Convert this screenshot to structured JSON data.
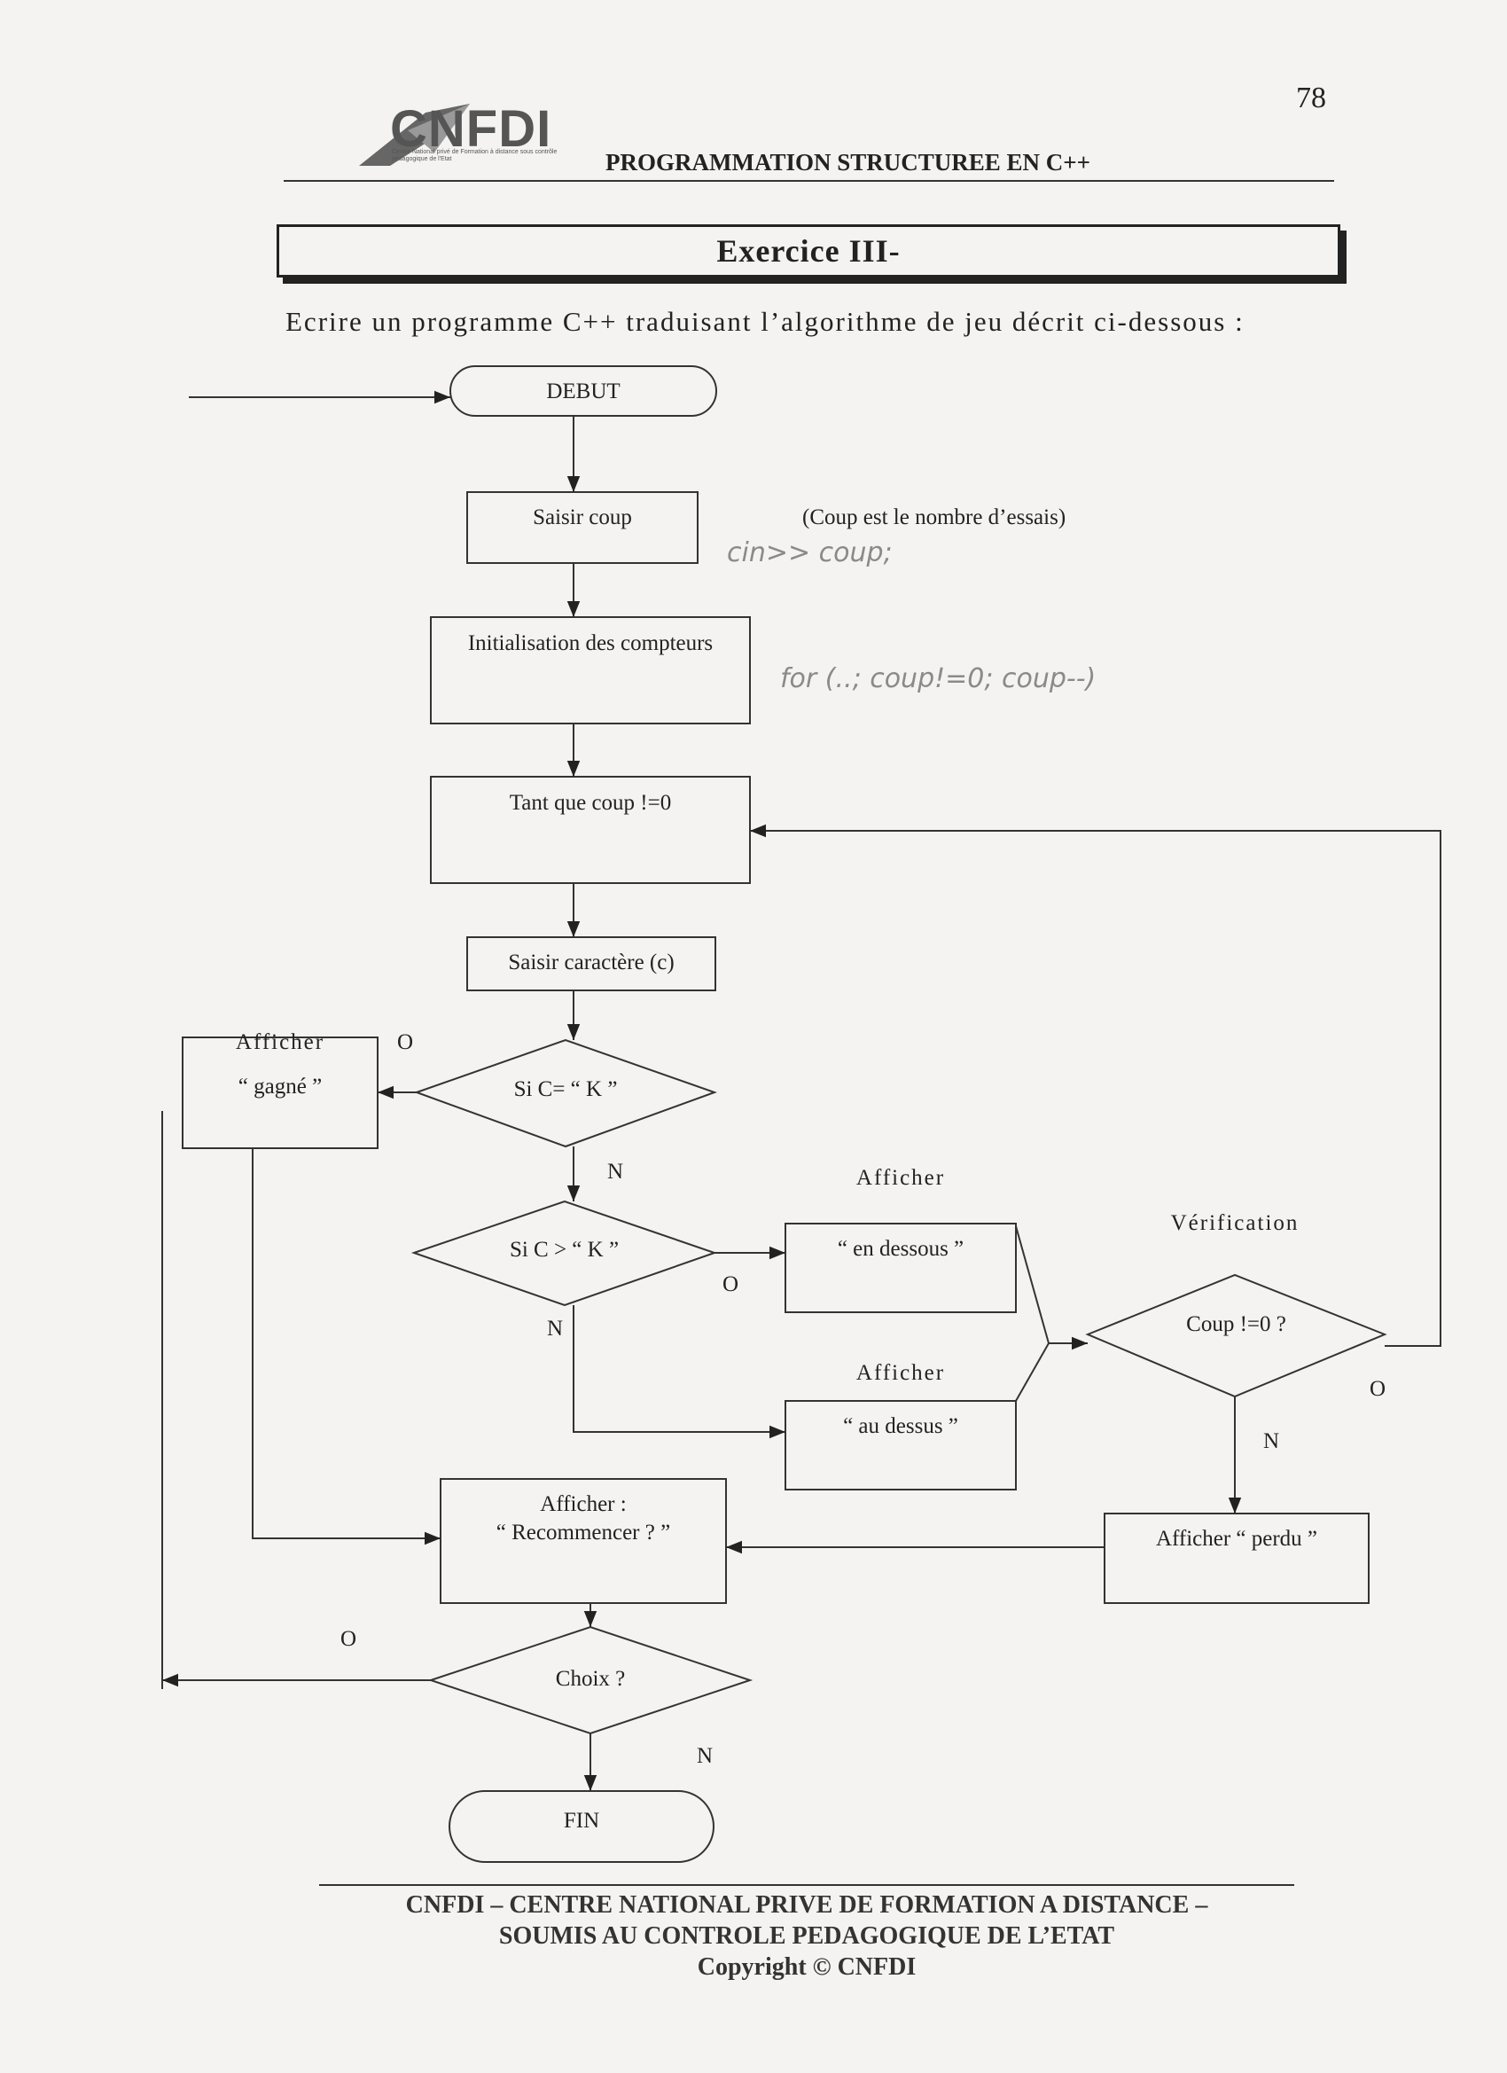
{
  "header": {
    "page_number": "78",
    "logo": {
      "name": "CNFDI",
      "tagline": "Centre National privé de Formation à distance sous contrôle pédagogique de l'Etat",
      "icon": "triangle-arrow-logo-icon"
    },
    "course_title": "PROGRAMMATION STRUCTUREE EN C++"
  },
  "exercise": {
    "title": "Exercice III-",
    "instruction": "Ecrire un programme C++ traduisant l’algorithme de jeu décrit ci-dessous :"
  },
  "flowchart": {
    "start": "DEBUT",
    "input_coup": "Saisir coup",
    "note_coup": "(Coup est le nombre d’essais)",
    "init": "Initialisation des compteurs",
    "loop": "Tant que coup !=0",
    "input_char": "Saisir caractère (c)",
    "cond_equal": "Si C= “ K ”",
    "cond_greater": "Si C > “ K ”",
    "show_label_1": "Afficher",
    "won": "“ gagné ”",
    "show_label_2": "Afficher",
    "below": "“ en dessous ”",
    "show_label_3": "Afficher",
    "above": "“ au dessus ”",
    "verification_label": "Vérification",
    "cond_coup": "Coup !=0 ?",
    "lost": "Afficher “ perdu ”",
    "restart_line1": "Afficher :",
    "restart_line2": "“ Recommencer ? ”",
    "choice": "Choix ?",
    "end": "FIN",
    "yes": "O",
    "no": "N"
  },
  "handwriting": {
    "note1": "cin>> coup;",
    "note2": "for (..; coup!=0; coup--)"
  },
  "footer": {
    "line1": "CNFDI – CENTRE NATIONAL PRIVE DE FORMATION A DISTANCE –",
    "line2": "SOUMIS AU CONTROLE PEDAGOGIQUE DE L’ETAT",
    "line3": "Copyright © CNFDI"
  }
}
